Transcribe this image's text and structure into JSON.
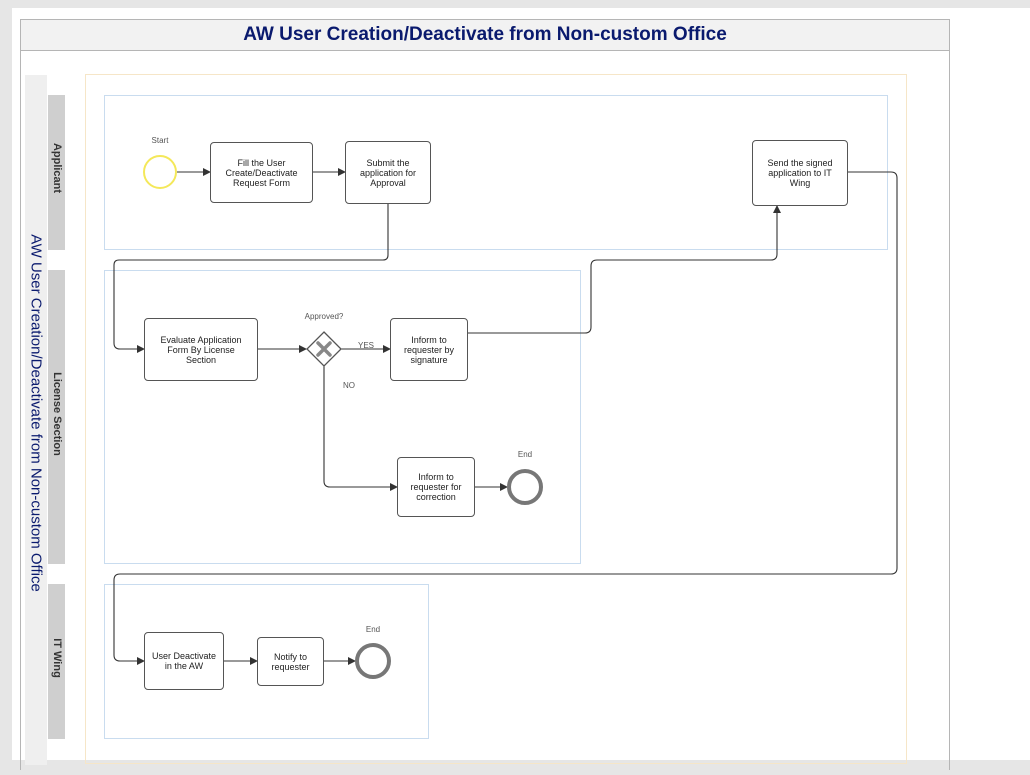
{
  "diagram": {
    "title": "AW User Creation/Deactivate from Non-custom Office",
    "pool_label": "AW User Creation/Deactivate from Non-custom Office",
    "lanes": [
      {
        "id": "applicant",
        "label": "Applicant"
      },
      {
        "id": "license",
        "label": "License Section"
      },
      {
        "id": "it",
        "label": "IT Wing"
      }
    ],
    "start": {
      "label": "Start"
    },
    "tasks": {
      "fill_form": "Fill the User Create/Deactivate Request Form",
      "submit": "Submit the application for Approval",
      "send_signed": "Send the signed application to IT Wing",
      "evaluate": "Evaluate Application Form By License Section",
      "inform_signature": "Inform to requester by signature",
      "inform_correction": "Inform to requester for correction",
      "user_deactivate": "User Deactivate in the AW",
      "notify": "Notify to requester"
    },
    "gateway": {
      "label": "Approved?",
      "yes": "YES",
      "no": "NO"
    },
    "end_license": {
      "label": "End"
    },
    "end_it": {
      "label": "End"
    },
    "colors": {
      "title": "#0a1a6e",
      "start_event": "#f4e85a",
      "end_event": "#777777",
      "lane_border": "#c9dcef"
    }
  }
}
